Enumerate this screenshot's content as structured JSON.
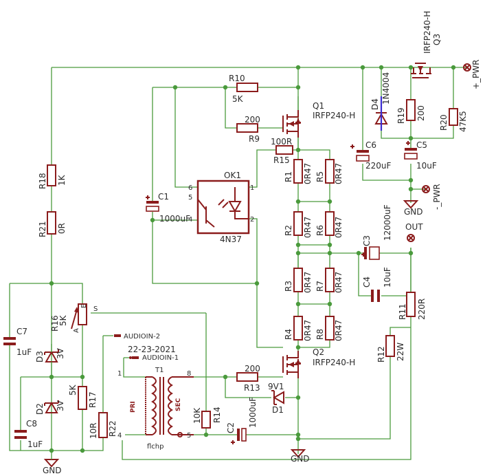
{
  "schematic": {
    "supply": {
      "plus": "+_PWR",
      "minus": "-_PWR",
      "out": "OUT",
      "gnd": "GND"
    },
    "r": {
      "r1": [
        "R1",
        "0R47"
      ],
      "r2": [
        "R2",
        "0R47"
      ],
      "r3": [
        "R3",
        "0R47"
      ],
      "r4": [
        "R4",
        "0R47"
      ],
      "r5": [
        "R5",
        "0R47"
      ],
      "r6": [
        "R6",
        "0R47"
      ],
      "r7": [
        "R7",
        "0R47"
      ],
      "r8": [
        "R8",
        "0R47"
      ],
      "r9": [
        "R9",
        "200"
      ],
      "r10": [
        "R10",
        "5K"
      ],
      "r11": [
        "R11",
        "220R"
      ],
      "r12": [
        "R12",
        "22W"
      ],
      "r13": [
        "R13",
        "200"
      ],
      "r14": [
        "R14",
        "10K"
      ],
      "r15": [
        "R15",
        "100R"
      ],
      "r16": [
        "R16",
        "5K"
      ],
      "r17": [
        "R17",
        "5K"
      ],
      "r18": [
        "R18",
        "1K"
      ],
      "r19": [
        "R19",
        "200"
      ],
      "r20": [
        "R20",
        "47K5"
      ],
      "r21": [
        "R21",
        "0R"
      ],
      "r22": [
        "R22",
        "10R"
      ]
    },
    "c": {
      "c1": [
        "C1",
        "1000uF"
      ],
      "c2": [
        "C2",
        "1000uF"
      ],
      "c3": [
        "C3",
        "12000uF"
      ],
      "c4": [
        "C4",
        "10uF"
      ],
      "c5": [
        "C5",
        "10uF"
      ],
      "c6": [
        "C6",
        "220uF"
      ],
      "c7": [
        "C7",
        "1uF"
      ],
      "c8": [
        "C8",
        "1uF"
      ]
    },
    "d": {
      "d1": [
        "D1",
        "9V1"
      ],
      "d2": [
        "D2",
        "3V"
      ],
      "d3": [
        "D3",
        "3V"
      ],
      "d4": [
        "D4",
        "1N4004"
      ]
    },
    "q": {
      "q1": [
        "Q1",
        "IRFP240-H"
      ],
      "q2": [
        "Q2",
        "IRFP240-H"
      ],
      "q3": [
        "Q3",
        "IRFP240-H"
      ]
    },
    "ok1": {
      "name": "OK1",
      "value": "4N37",
      "pins": [
        "1",
        "2",
        "4",
        "5",
        "6"
      ]
    },
    "t1": {
      "name": "T1",
      "date": "22-23-2021",
      "pri": "PRI",
      "sec": "SEC",
      "model": "flchp",
      "pins": [
        "1",
        "4",
        "5",
        "8"
      ]
    },
    "audio": {
      "in1": "AUDIOIN-1",
      "in2": "AUDIOIN-2"
    },
    "pot": {
      "a": "A",
      "e": "E",
      "s": "S"
    }
  }
}
